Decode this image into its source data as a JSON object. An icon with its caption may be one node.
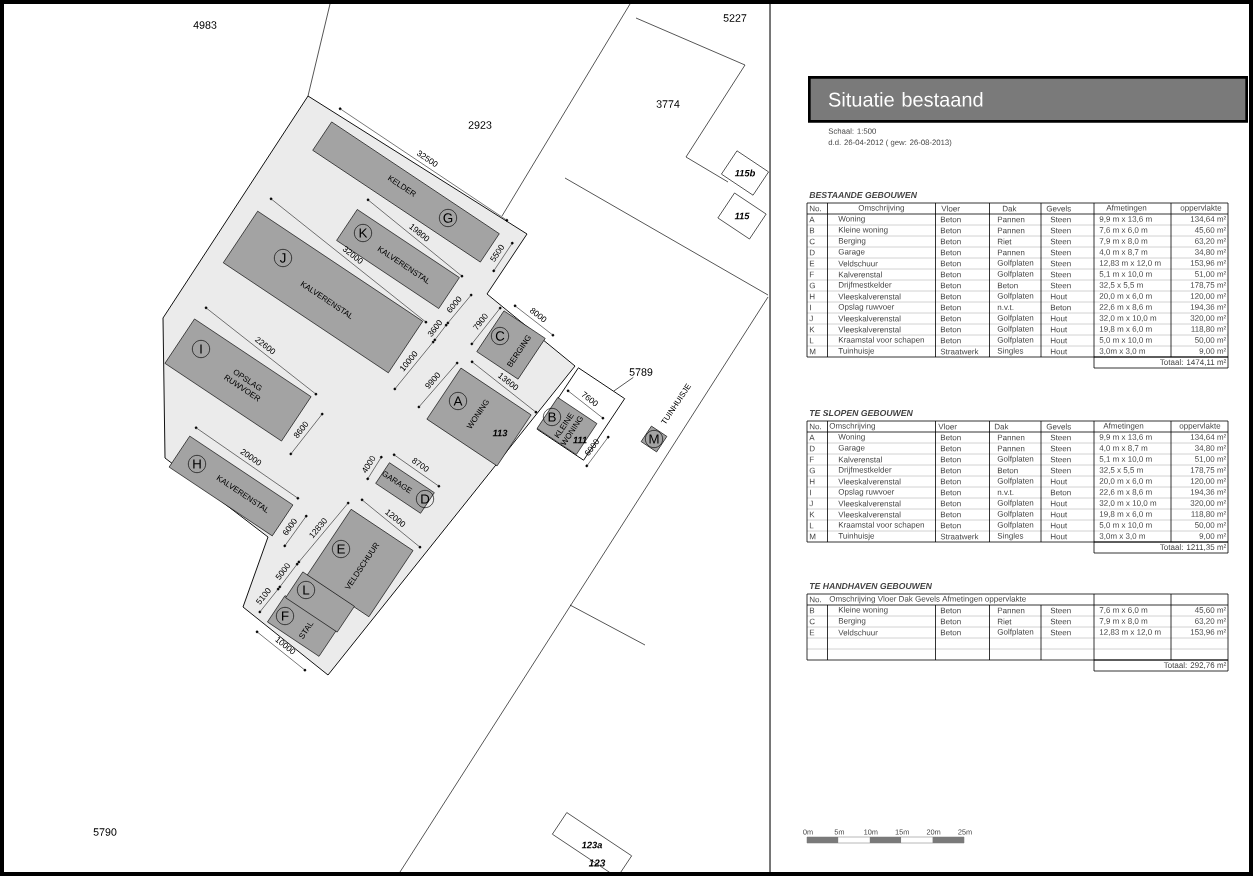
{
  "diagram": {
    "title": "Situatie bestaand",
    "nodes": [
      {
        "text": [],
        "shape": "polygon"
      },
      {
        "text": [
          "A",
          "WONING",
          "113"
        ],
        "in": 0
      },
      {
        "text": [],
        "shape": "box"
      },
      {
        "text": [
          "B",
          "KLEINE WONING",
          "111"
        ],
        "in": 2
      },
      {
        "text": [
          "C",
          "BERGING"
        ],
        "in": 0
      },
      {
        "text": [
          "D",
          "GARAGE"
        ],
        "in": 0
      },
      {
        "text": [
          "E",
          "VELDSCHUUR"
        ],
        "in": 0
      },
      {
        "text": [
          "F",
          "STAL"
        ],
        "in": 0
      },
      {
        "text": [
          "G",
          "KELDER"
        ],
        "in": 0
      },
      {
        "text": [
          "H",
          "KALVERENSTAL"
        ],
        "in": 0
      },
      {
        "text": [
          "I",
          "OPSLAG RUWVOER"
        ],
        "in": 0
      },
      {
        "text": [
          "J",
          "KALVERENSTAL"
        ],
        "in": 0
      },
      {
        "text": [
          "K",
          "KALVERENSTAL"
        ],
        "in": 0
      },
      {
        "text": [
          "L"
        ],
        "in": 0
      },
      {
        "text": [
          "M"
        ],
        "beside": [
          "TUINHUISJE"
        ]
      },
      {
        "text": [
          "5789"
        ]
      },
      {
        "text": [
          "115b"
        ]
      },
      {
        "text": [
          "115"
        ]
      },
      {
        "text": [
          "123a"
        ]
      }
    ],
    "edges": [
      {
        "from": 15,
        "to": 2,
        "arrow": "none"
      }
    ],
    "labels": [
      "4983",
      "5227",
      "3774",
      "2923",
      "5790",
      "123",
      "32500",
      "19800",
      "32000",
      "5500",
      "3600",
      "6000",
      "7900",
      "8000",
      "22600",
      "10000",
      "9900",
      "13600",
      "7600",
      "8600",
      "20000",
      "4000",
      "8700",
      "6000",
      "6000",
      "12830",
      "12000",
      "5000",
      "5100",
      "10000",
      "Schaal: 1:500",
      "d.d. 26-04-2012 ( gew: 26-08-2013)",
      "BESTAANDE GEBOUWEN",
      "No.",
      "Omschrijving",
      "Vloer",
      "Dak",
      "Gevels",
      "Afmetingen",
      "oppervlakte",
      "A",
      "Woning",
      "Beton",
      "Pannen",
      "Steen",
      "9,9 m x 13,6 m",
      "134,64 m²",
      "B",
      "Kleine woning",
      "Beton",
      "Pannen",
      "Steen",
      "7,6 m x 6,0 m",
      "45,60 m²",
      "C",
      "Berging",
      "Beton",
      "Riet",
      "Steen",
      "7,9 m x 8,0 m",
      "63,20 m²",
      "D",
      "Garage",
      "Beton",
      "Pannen",
      "Steen",
      "4,0 m x 8,7 m",
      "34,80 m²",
      "E",
      "Veldschuur",
      "Beton",
      "Golfplaten",
      "Steen",
      "12,83 m x 12,0 m",
      "153,96 m²",
      "F",
      "Kalverenstal",
      "Beton",
      "Golfplaten",
      "Steen",
      "5,1 m x 10,0 m",
      "51,00 m²",
      "G",
      "Drijfmestkelder",
      "Beton",
      "Beton",
      "Steen",
      "32,5 x 5,5 m",
      "178,75 m²",
      "H",
      "Vleeskalverenstal",
      "Beton",
      "Golfplaten",
      "Hout",
      "20,0 m x 6,0 m",
      "120,00 m²",
      "I",
      "Opslag ruwvoer",
      "Beton",
      "n.v.t.",
      "Beton",
      "22,6 m x 8,6 m",
      "194,36 m²",
      "J",
      "Vleeskalverenstal",
      "Beton",
      "Golfplaten",
      "Hout",
      "32,0 m x 10,0 m",
      "320,00 m²",
      "K",
      "Vleeskalverenstal",
      "Beton",
      "Golfplaten",
      "Hout",
      "19,8 m x 6,0 m",
      "118,80 m²",
      "L",
      "Kraamstal voor schapen",
      "Beton",
      "Golfplaten",
      "Hout",
      "5,0 m x 10,0 m",
      "50,00 m²",
      "M",
      "Tuinhuisje",
      "Straatwerk",
      "Singles",
      "Hout",
      "3,0m x 3,0 m",
      "9,00 m²",
      "Totaal: 1474,11 m²",
      "TE SLOPEN GEBOUWEN",
      "No.",
      "Omschrijving",
      "Vloer",
      "Dak",
      "Gevels",
      "Afmetingen",
      "oppervlakte",
      "A",
      "Woning",
      "Beton",
      "Pannen",
      "Steen",
      "9,9 m x 13,6 m",
      "134,64 m²",
      "D",
      "Garage",
      "Beton",
      "Pannen",
      "Steen",
      "4,0 m x 8,7 m",
      "34,80 m²",
      "F",
      "Kalverenstal",
      "Beton",
      "Golfplaten",
      "Steen",
      "5,1 m x 10,0 m",
      "51,00 m²",
      "G",
      "Drijfmestkelder",
      "Beton",
      "Beton",
      "Steen",
      "32,5 x 5,5 m",
      "178,75 m²",
      "H",
      "Vleeskalverenstal",
      "Beton",
      "Golfplaten",
      "Hout",
      "20,0 m x 6,0 m",
      "120,00 m²",
      "I",
      "Opslag ruwvoer",
      "Beton",
      "n.v.t.",
      "Beton",
      "22,6 m x 8,6 m",
      "194,36 m²",
      "J",
      "Vleeskalverenstal",
      "Beton",
      "Golfplaten",
      "Hout",
      "32,0 m x 10,0 m",
      "320,00 m²",
      "K",
      "Vleeskalverenstal",
      "Beton",
      "Golfplaten",
      "Hout",
      "19,8 m x 6,0 m",
      "118,80 m²",
      "L",
      "Kraamstal voor schapen",
      "Beton",
      "Golfplaten",
      "Hout",
      "5,0 m x 10,0 m",
      "50,00 m²",
      "M",
      "Tuinhuisje",
      "Straatwerk",
      "Singles",
      "Hout",
      "3,0m x 3,0 m",
      "9,00 m²",
      "Totaal: 1211,35 m²",
      "TE HANDHAVEN GEBOUWEN",
      "No.",
      "Omschrijving Vloer Dak Gevels Afmetingen oppervlakte",
      "B",
      "Kleine woning",
      "Beton",
      "Pannen",
      "Steen",
      "7,6 m x 6,0 m",
      "45,60 m²",
      "C",
      "Berging",
      "Beton",
      "Riet",
      "Steen",
      "7,9 m x 8,0 m",
      "63,20 m²",
      "E",
      "Veldschuur",
      "Beton",
      "Golfplaten",
      "Steen",
      "12,83 m x 12,0 m",
      "153,96 m²",
      "Totaal: 292,76 m²",
      "0m",
      "5m",
      "10m",
      "15m",
      "20m",
      "25m"
    ]
  }
}
